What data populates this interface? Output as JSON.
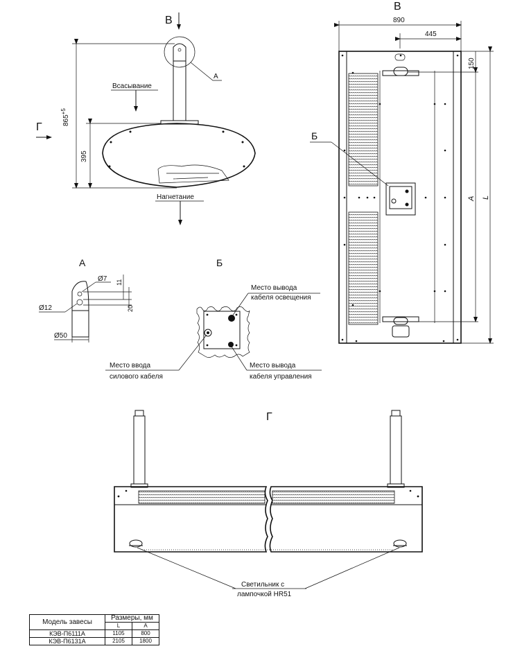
{
  "top_view": {
    "view_label": "В",
    "side_arrow_label": "Г",
    "callout_a": "А",
    "dim_height": "865",
    "dim_height_tol": "+5",
    "dim_395": "395",
    "intake_label": "Всасывание",
    "discharge_label": "Нагнетание"
  },
  "detail_a": {
    "title": "А",
    "d7": "Ø7",
    "d12": "Ø12",
    "d50": "Ø50",
    "dim_11": "11",
    "dim_20": "20"
  },
  "detail_b": {
    "title": "Б",
    "light_cable_line1": "Место вывода",
    "light_cable_line2": "кабеля освещения",
    "power_cable_line1": "Место ввода",
    "power_cable_line2": "силового кабеля",
    "control_cable_line1": "Место вывода",
    "control_cable_line2": "кабеля управления"
  },
  "view_b": {
    "title": "В",
    "dim_890": "890",
    "dim_445": "445",
    "dim_150": "150",
    "dim_a": "А",
    "dim_l": "L",
    "callout_b": "Б"
  },
  "view_g": {
    "title": "Г",
    "lamp_line1": "Светильник с",
    "lamp_line2": "лампочкой HR51"
  },
  "table": {
    "col_model": "Модель завесы",
    "col_sizes": "Размеры, мм",
    "col_l": "L",
    "col_a": "A",
    "rows": [
      {
        "model": "КЭВ-П6111А",
        "l": "1105",
        "a": "800"
      },
      {
        "model": "КЭВ-П6131А",
        "l": "2105",
        "a": "1800"
      }
    ]
  }
}
